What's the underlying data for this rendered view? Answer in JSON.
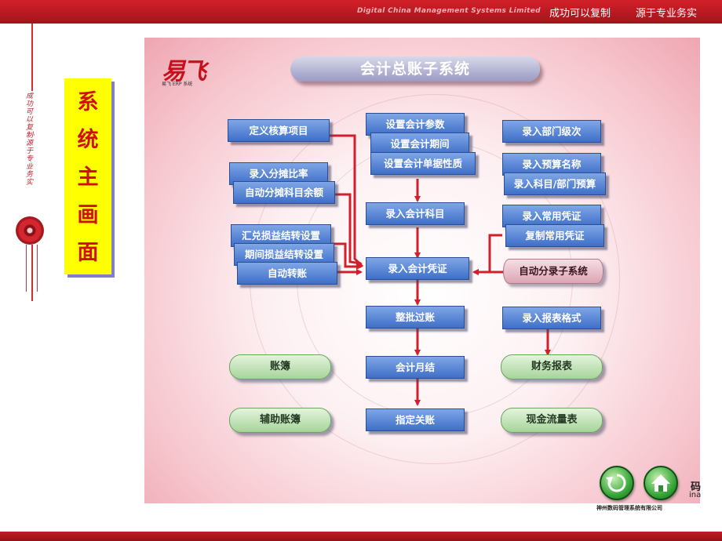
{
  "header": {
    "company": "Digital China Management Systems Limited",
    "slogan_left": "成功可以复制",
    "slogan_right": "源于专业务实"
  },
  "sidebar": {
    "vertical_text": "成功可以复制·源于专业务实",
    "title_chars": [
      "系",
      "统",
      "主",
      "画",
      "面"
    ]
  },
  "logo": {
    "mark": "易飞",
    "subtitle": "易飞 ERP 系统"
  },
  "diagram": {
    "title": "会计总账子系统",
    "boxes": {
      "b1": "定义核算项目",
      "b2": "设置会计参数",
      "b3": "设置会计期间",
      "b4": "设置会计单据性质",
      "b5": "录入部门级次",
      "b6": "录入分摊比率",
      "b7": "自动分摊科目余额",
      "b8": "录入预算名称",
      "b9": "录入科目/部门预算",
      "b10": "录入会计科目",
      "b11": "录入常用凭证",
      "b12": "复制常用凭证",
      "b13": "汇兑损益结转设置",
      "b14": "期间损益结转设置",
      "b15": "自动转账",
      "b16": "录入会计凭证",
      "b17": "整批过账",
      "b18": "录入报表格式",
      "b19": "会计月结",
      "b20": "指定关账"
    },
    "cylinder": "自动分录子系统",
    "outputs": {
      "o1": "账簿",
      "o2": "辅助账簿",
      "o3": "财务报表",
      "o4": "现金流量表"
    }
  },
  "footer": {
    "company_cn": "神州数码管理系统有限公司",
    "cut_text_top": "码",
    "cut_text_bottom": "ina"
  },
  "nav": {
    "back": "back-icon",
    "home": "home-icon"
  },
  "colors": {
    "header_red": "#c41b24",
    "box_blue": "#3e6fc8",
    "arrow_red": "#d0202c",
    "title_yellow": "#ffff00",
    "title_red": "#d01010"
  }
}
